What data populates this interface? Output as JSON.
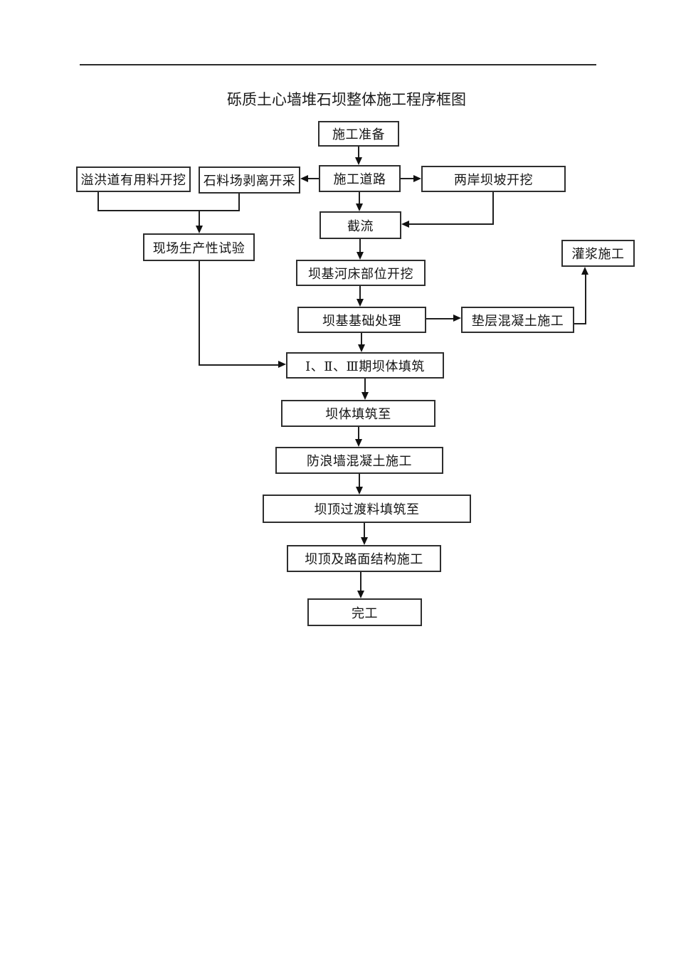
{
  "page": {
    "title": "砾质土心墙堆石坝整体施工程序框图"
  },
  "nodes": [
    {
      "id": "construction-preparation",
      "label": "施工准备"
    },
    {
      "id": "spillway-material-excavation",
      "label": "溢洪道有用料开挖"
    },
    {
      "id": "quarry-stripping",
      "label": "石料场剥离开采"
    },
    {
      "id": "construction-road",
      "label": "施工道路"
    },
    {
      "id": "bank-slope-excavation",
      "label": "两岸坝坡开挖"
    },
    {
      "id": "river-closure",
      "label": "截流"
    },
    {
      "id": "field-production-test",
      "label": "现场生产性试验"
    },
    {
      "id": "grouting-construction",
      "label": "灌浆施工"
    },
    {
      "id": "riverbed-foundation-excavation",
      "label": "坝基河床部位开挖"
    },
    {
      "id": "dam-foundation-treatment",
      "label": "坝基基础处理"
    },
    {
      "id": "cushion-concrete",
      "label": "垫层混凝土施工"
    },
    {
      "id": "dam-body-filling-phases",
      "label": "Ⅰ、Ⅱ、Ⅲ期坝体填筑"
    },
    {
      "id": "dam-body-filled-to",
      "label": "坝体填筑至"
    },
    {
      "id": "wave-wall-concrete",
      "label": "防浪墙混凝土施工"
    },
    {
      "id": "crest-transition-fill",
      "label": "坝顶过渡料填筑至"
    },
    {
      "id": "crest-pavement-structure",
      "label": "坝顶及路面结构施工"
    },
    {
      "id": "completion",
      "label": "完工"
    }
  ],
  "edges": [
    {
      "from": "construction-preparation",
      "to": "construction-road"
    },
    {
      "from": "construction-road",
      "to": "quarry-stripping"
    },
    {
      "from": "construction-road",
      "to": "bank-slope-excavation"
    },
    {
      "from": "construction-road",
      "to": "river-closure"
    },
    {
      "from": "bank-slope-excavation",
      "to": "river-closure"
    },
    {
      "from": "spillway-material-excavation",
      "to": "field-production-test"
    },
    {
      "from": "quarry-stripping",
      "to": "field-production-test"
    },
    {
      "from": "river-closure",
      "to": "riverbed-foundation-excavation"
    },
    {
      "from": "riverbed-foundation-excavation",
      "to": "dam-foundation-treatment"
    },
    {
      "from": "dam-foundation-treatment",
      "to": "cushion-concrete"
    },
    {
      "from": "cushion-concrete",
      "to": "grouting-construction"
    },
    {
      "from": "dam-foundation-treatment",
      "to": "dam-body-filling-phases"
    },
    {
      "from": "field-production-test",
      "to": "dam-body-filling-phases"
    },
    {
      "from": "dam-body-filling-phases",
      "to": "dam-body-filled-to"
    },
    {
      "from": "dam-body-filled-to",
      "to": "wave-wall-concrete"
    },
    {
      "from": "wave-wall-concrete",
      "to": "crest-transition-fill"
    },
    {
      "from": "crest-transition-fill",
      "to": "crest-pavement-structure"
    },
    {
      "from": "crest-pavement-structure",
      "to": "completion"
    }
  ],
  "colors": {
    "line": "#1f1f1f",
    "border": "#2e2e2e",
    "text": "#141414",
    "background": "#ffffff"
  }
}
